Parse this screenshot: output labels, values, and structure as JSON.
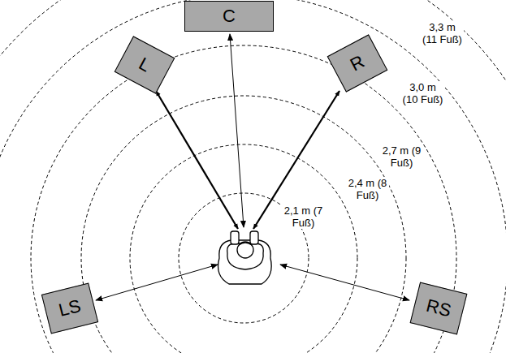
{
  "diagram": {
    "nodes": [
      {
        "text": [
          "L"
        ]
      },
      {
        "text": [
          "C"
        ]
      },
      {
        "text": [
          "R"
        ]
      },
      {
        "text": [
          "LS"
        ]
      },
      {
        "text": [
          "RS"
        ]
      }
    ],
    "labels": [
      "3,3 m (11 Fuß)",
      "3,0 m (10 Fuß)",
      "2,7 m (9 Fuß)",
      "2,4 m (8 Fuß)",
      "2,1 m (7 Fuß)"
    ]
  }
}
